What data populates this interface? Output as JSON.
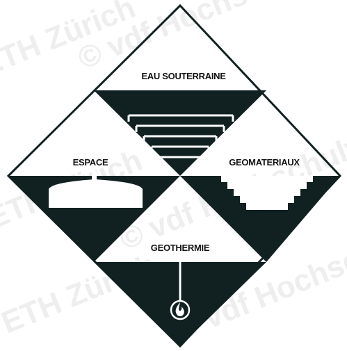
{
  "labels": {
    "top": "EAU SOUTERRAINE",
    "left": "ESPACE",
    "right": "GEOMATERIAUX",
    "bottom": "GEOTHERMIE"
  },
  "watermark": [
    "ETH Zürich",
    "© vdf Hochschulverlag"
  ],
  "colors": {
    "dark": "#112020",
    "light": "#ffffff",
    "watermark": "#eeeeee"
  },
  "icons": {
    "top": "groundwater-strata-icon",
    "left": "underground-cavern-icon",
    "right": "quarry-steps-icon",
    "bottom": "geothermal-well-flame-icon"
  }
}
